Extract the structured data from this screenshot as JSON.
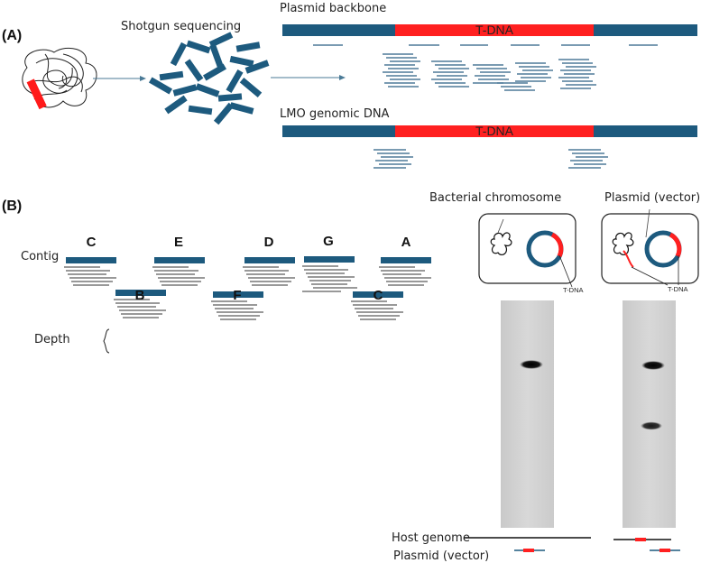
{
  "panels": {
    "a": "(A)",
    "b": "(B)"
  },
  "panel_a": {
    "shotgun_label": "Shotgun sequencing",
    "plasmid_backbone_label": "Plasmid backbone",
    "lmo_genomic_label": "LMO genomic DNA",
    "tdna_label_1": "T-DNA",
    "tdna_label_2": "T-DNA"
  },
  "panel_b": {
    "contig_label": "Contig",
    "depth_label": "Depth",
    "contig_letters": [
      "C",
      "E",
      "D",
      "G",
      "A",
      "B",
      "F",
      "C"
    ],
    "bacterial_chromosome_label": "Bacterial chromosome",
    "plasmid_vector_label": "Plasmid (vector)",
    "tdna_small_1": "T-DNA",
    "tdna_small_2": "T-DNA",
    "host_genome_label": "Host genome",
    "plasmid_vector_bottom_label": "Plasmid (vector)"
  },
  "colors": {
    "backbone": "#1d5a7e",
    "tdna": "#ff2020",
    "read": "#2a5f85",
    "gel_background": "#d2d2d2",
    "band": "#111111"
  }
}
